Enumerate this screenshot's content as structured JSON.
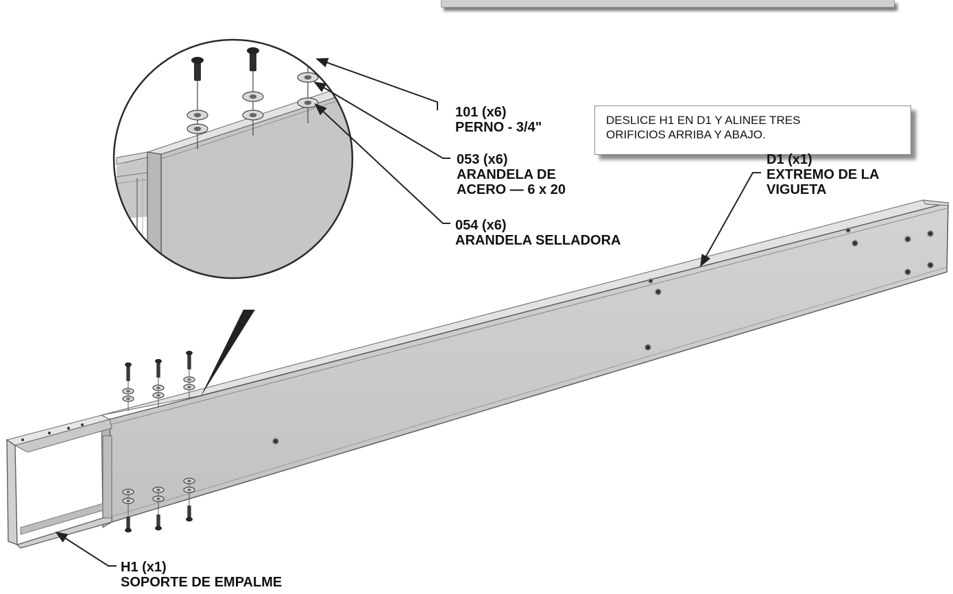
{
  "instruction": {
    "line1": "DESLICE H1 EN D1 Y ALINEE TRES",
    "line2": "ORIFICIOS ARRIBA Y ABAJO."
  },
  "callouts": {
    "bolt": {
      "id": "101 (x6)",
      "name": "PERNO - 3/4\""
    },
    "steel_washer": {
      "id": "053 (x6)",
      "name_line1": "ARANDELA DE",
      "name_line2": "ACERO — 6 x 20"
    },
    "seal_washer": {
      "id": "054 (x6)",
      "name": "ARANDELA SELLADORA"
    },
    "joist_end": {
      "id": "D1 (x1)",
      "name_line1": "EXTREMO DE LA",
      "name_line2": "VIGUETA"
    },
    "splice_bracket": {
      "id": "H1 (x1)",
      "name": "SOPORTE DE EMPALME"
    }
  },
  "colors": {
    "beam_face": "#cbcbcb",
    "beam_top": "#e3e3e3",
    "outline": "#555555",
    "leader": "#222222"
  }
}
